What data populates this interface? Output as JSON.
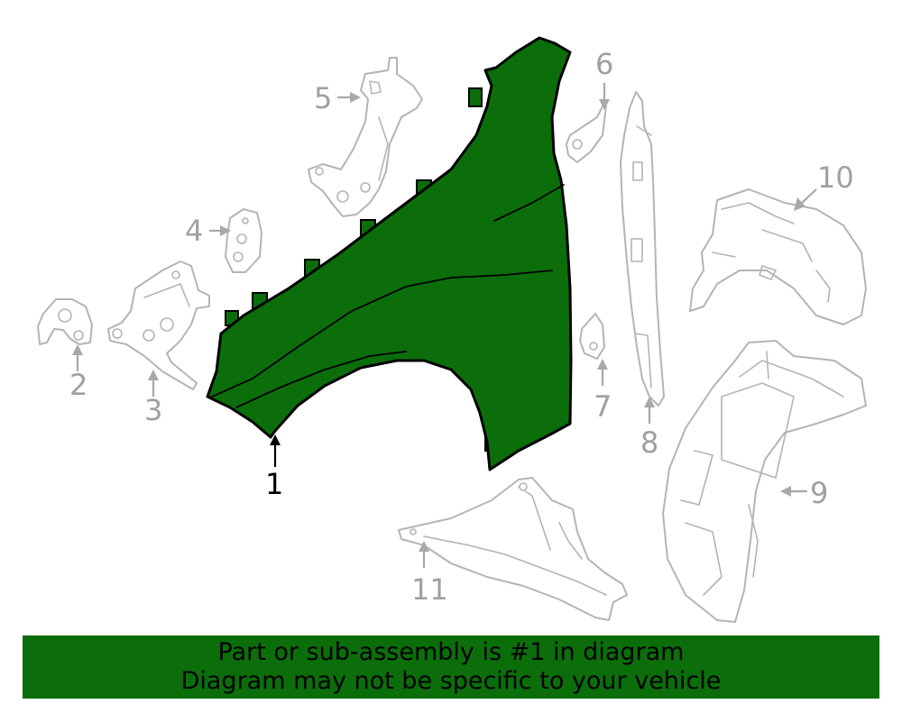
{
  "callouts": {
    "c1": "1",
    "c2": "2",
    "c3": "3",
    "c4": "4",
    "c5": "5",
    "c6": "6",
    "c7": "7",
    "c8": "8",
    "c9": "9",
    "c10": "10",
    "c11": "11"
  },
  "highlighted_part": "1",
  "colors": {
    "highlight": "#0b6e0b",
    "outline": "#000000",
    "other_parts": "#b4b4b4",
    "callout_text": "#a0a0a0"
  },
  "banner": {
    "line1": "Part or sub-assembly is #1 in diagram",
    "line2": "Diagram may not be specific to your vehicle"
  }
}
